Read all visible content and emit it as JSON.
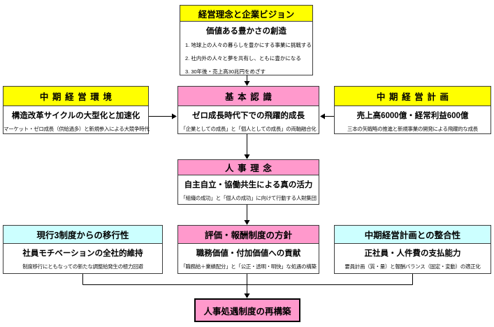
{
  "colors": {
    "header_yellow": "#ffff00",
    "header_pink": "#ff99cc",
    "header_cyan": "#ccffff",
    "goal_fill": "#ff99cc",
    "line": "#000000"
  },
  "boxes": {
    "vision": {
      "title": "経営理念と企業ビジョン",
      "main": "価値ある豊かさの創造",
      "items": [
        "1. 地球上の人々の暮らしを豊かにする事業に挑戦する",
        "2. 社内外の人々と夢を共有し、ともに豊かになる",
        "3. 30年後・売上高30兆円をめざす"
      ]
    },
    "environment": {
      "title": "中期経営環境",
      "main": "構造改革サイクルの大型化と加速化",
      "sub": "マーケット・ゼロ成長（供給過多）と新規参入による大競争時代"
    },
    "recognition": {
      "title": "基本認識",
      "main": "ゼロ成長時代下での飛躍的成長",
      "sub": "「企業としての成長」と「個人としての成長」の両軸融合化"
    },
    "plan": {
      "title": "中期経営計画",
      "main": "売上高6000億・経常利益600億",
      "sub": "三本の矢戦略の推進と新規事業の開発による飛躍的な成長"
    },
    "hr_philosophy": {
      "title": "人事理念",
      "main": "自主自立・協働共生による真の活力",
      "sub": "「組織の成功」と「個人の成功」に向けて行動する人財集団"
    },
    "migration": {
      "title": "現行3制度からの移行性",
      "main": "社員モチベーションの全社的維持",
      "sub": "制度移行にともなっての新たな調整給発生の極力回避"
    },
    "policy": {
      "title": "評価・報酬制度の方針",
      "main": "職務価値・付加価値への貢献",
      "sub": "「職務給＋業績配分」と「公正・透明・明快」な処遇の構築"
    },
    "alignment": {
      "title": "中期経営計画との整合性",
      "main": "正社員・人件費の支払能力",
      "sub": "要員計画（質・量）と報酬バランス（固定・変動）の適正化"
    },
    "goal": {
      "title": "人事処遇制度の再構築"
    }
  }
}
